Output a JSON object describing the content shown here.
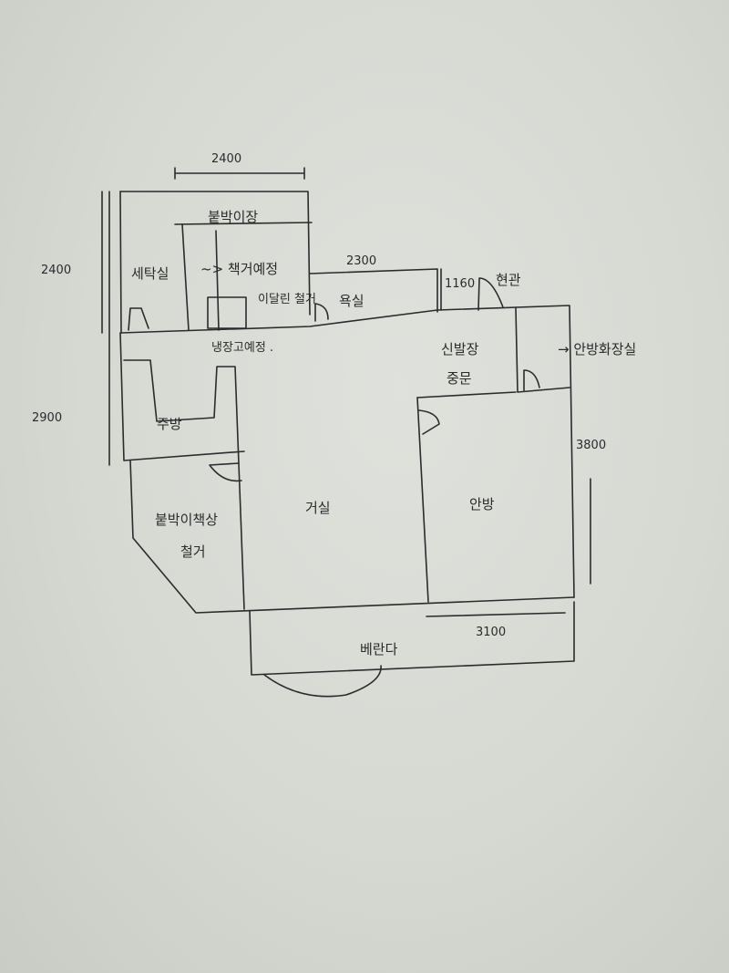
{
  "rooms": {
    "laundry": "세탁실",
    "built_in_closet": "붙박이장",
    "planned_note": "~> 책거예정",
    "removal_note": "이달린 철거",
    "fridge_note": "냉장고예정 .",
    "bathroom": "욕실",
    "entrance": "현관",
    "shoe_cabinet": "신발장",
    "middle_door": "중문",
    "master_bath": "→ 안방화장실",
    "kitchen": "주방",
    "desk_note": "붙박이책상",
    "desk_removal": "철거",
    "living_room": "거실",
    "master_bedroom": "안방",
    "balcony": "베란다"
  },
  "dimensions": {
    "top_width": "2400",
    "left_top_height": "2400",
    "bathroom_width": "2300",
    "entrance_depth": "1160",
    "left_mid_height": "2900",
    "right_height": "3800",
    "bedroom_width": "3100"
  }
}
